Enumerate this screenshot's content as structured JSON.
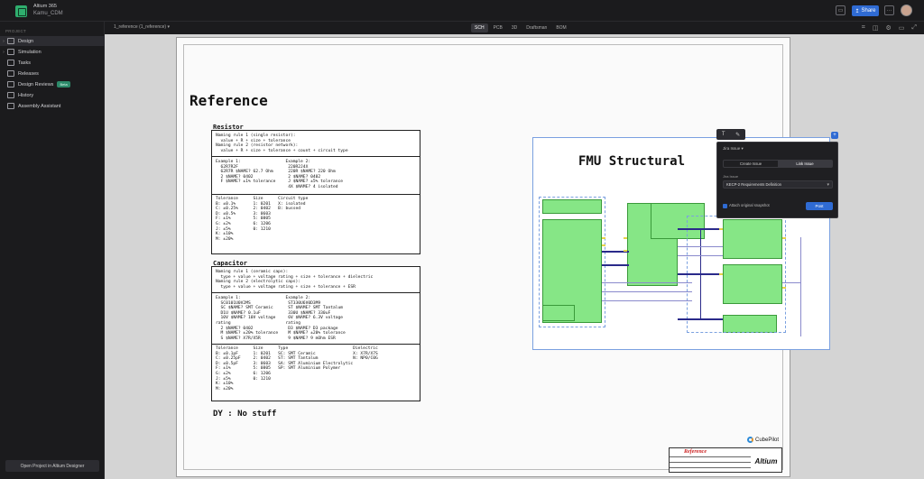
{
  "app": {
    "name": "Altium 365",
    "project": "Kamu_CDM"
  },
  "topbar": {
    "share_label": "Share",
    "more_label": "···"
  },
  "toolbar": {
    "doc_title": "1_reference (1_reference)",
    "tabs": [
      {
        "label": "SCH",
        "active": true
      },
      {
        "label": "PCB",
        "active": false
      },
      {
        "label": "3D",
        "active": false
      },
      {
        "label": "Draftsman",
        "active": false
      },
      {
        "label": "BOM",
        "active": false
      }
    ]
  },
  "sidebar": {
    "header": "PROJECT",
    "items": [
      {
        "label": "Design",
        "active": true,
        "chevron": "›"
      },
      {
        "label": "Simulation",
        "active": false,
        "chevron": "›"
      },
      {
        "label": "Tasks",
        "active": false,
        "chevron": ""
      },
      {
        "label": "Releases",
        "active": false,
        "chevron": ""
      },
      {
        "label": "Design Reviews",
        "active": false,
        "chevron": "",
        "badge": "Beta"
      },
      {
        "label": "History",
        "active": false,
        "chevron": ""
      },
      {
        "label": "Assembly Assistant",
        "active": false,
        "chevron": ""
      }
    ],
    "open_button": "Open Project in Altium Designer"
  },
  "sheet": {
    "title": "Reference",
    "resistor_title": "Resistor",
    "resistor_rules": "Naming rule 1 (single resistor):\n  value + R + size + tolerance\nNaming rule 2 (resistor network):\n  value + R + size + tolerance + count + circuit type",
    "resistor_examples": "Example 1:                  Example 2:\n  62R7R2F                    220R2J4X\n  62R7R $NAME? 62.7 Ohm      220R $NAME? 220 Ohm\n  2 $NAME? 0402              2 $NAME? 0402\n  F $NAME? ±1% tolerance     J $NAME? ±5% tolerance\n                             4X $NAME? 4 isolated",
    "resistor_codes": "Tolerance      Size      Circuit type\nB: ±0.1%       1: 0201   X: isolated\nC: ±0.25%      2: 0402   B: bussed\nD: ±0.5%       3: 0603\nF: ±1%         5: 0805\nG: ±2%         6: 1206\nJ: ±5%         0: 1210\nK: ±10%\nM: ±20%",
    "capacitor_title": "Capacitor",
    "capacitor_rules": "Naming rule 1 (ceramic caps):\n  type + value + voltage rating + size + tolerance + dielectric\nNaming rule 2 (electrolytic caps):\n  type + value + voltage rating + size + tolerance + ESR",
    "capacitor_examples": "Example 1:                  Example 2:\n  SC0101U0V2MS               ST330U6V0D3M9\n  SC $NAME? SMT Ceramic      ST $NAME? SMT Tantalum\n  D1U $NAME? 0.1uF           330U $NAME? 330uF\n  10V $NAME? 10V voltage     6V $NAME? 6.3V voltage\nrating                      rating\n  2 $NAME? 0402              D3 $NAME? D3 package\n  M $NAME? ±20% tolerance    M $NAME? ±20% tolerance\n  S $NAME? X7R/X5R           9 $NAME? 9 mOhm ESR",
    "capacitor_codes": "Tolerance      Size      Type                          Dielectric\nB: ±0.1pF      1: 0201   SC: SMT Ceramic               X: X7R/X7S\nC: ±0.25pF     2: 0402   ST: SMT Tantalum              N: NP0/C0G\nD: ±0.5pF      3: 0603   SA: SMT Aluminium Electrolytic\nF: ±1%         5: 0805   SP: SMT Aluminium Polymer\nG: ±2%         6: 1206\nJ: ±5%         0: 1210\nK: ±10%\nM: ±20%",
    "dy_note": "DY : No stuff",
    "block_title": "FMU Structural",
    "titleblock_ref": "Reference",
    "titleblock_company": "Altium",
    "cubepilot": "CubePilot"
  },
  "issue_panel": {
    "header": "Jira Issue ▾",
    "create_label": "Create Issue",
    "link_label": "Link Issue",
    "field_label": "Jira Issue",
    "selected_issue": "KECP-2 Requirements Definition",
    "attach_label": "Attach original snapshot",
    "post_label": "Post"
  },
  "colors": {
    "accent": "#2f6bd3",
    "brand": "#2fae6e",
    "schematic_block": "#86e686"
  },
  "icons": [
    "app-logo-icon",
    "comment-icon",
    "avatar",
    "grid-icon",
    "layers-icon",
    "settings-icon",
    "fullscreen-icon",
    "text-tool-icon",
    "pencil-icon"
  ]
}
